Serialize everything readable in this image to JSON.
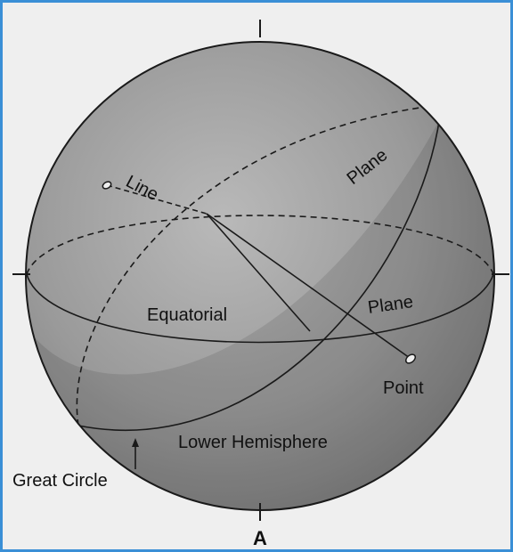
{
  "figure": {
    "labels": {
      "line": "Line",
      "plane_top": "Plane",
      "equatorial": "Equatorial",
      "plane_right": "Plane",
      "point": "Point",
      "lower_hemisphere": "Lower Hemisphere",
      "great_circle": "Great Circle",
      "panel": "A"
    },
    "colors": {
      "sphere_fill": "#9a9a9a",
      "lower_fill": "#7c7c7c",
      "stroke": "#1a1a1a",
      "border": "#3a8fd6"
    }
  }
}
